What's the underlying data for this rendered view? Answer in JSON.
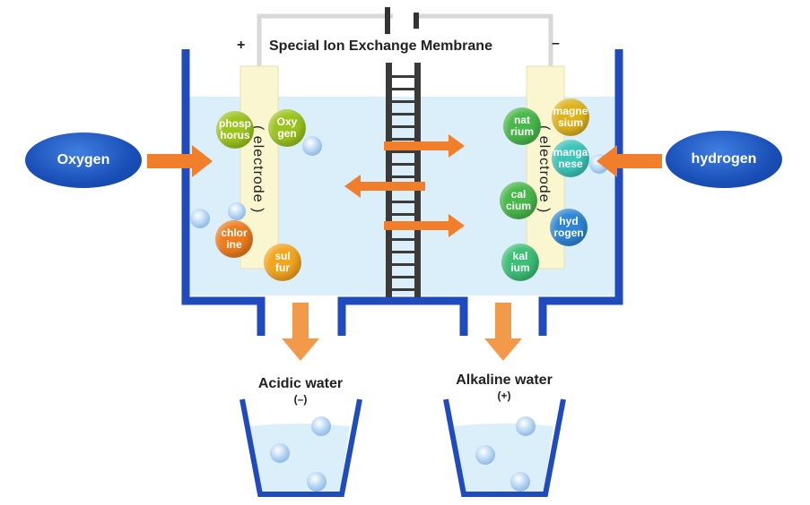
{
  "membrane_label": "Special Ion Exchange Membrane",
  "plus_sign": "+",
  "minus_sign": "–",
  "electrode_label": "( electrode )",
  "oxygen_input": "Oxygen",
  "hydrogen_input": "hydrogen",
  "left_ions": [
    {
      "key": "phosphorus",
      "text": "phosp\nhorus",
      "color": "#9bc41e"
    },
    {
      "key": "oxygen",
      "text": "Oxy\ngen",
      "color": "#9bc41e"
    },
    {
      "key": "chlorine",
      "text": "chlor\nine",
      "color": "#ef7b1d"
    },
    {
      "key": "sulfur",
      "text": "sul\nfur",
      "color": "#f3a51f"
    }
  ],
  "right_ions": [
    {
      "key": "natrium",
      "text": "nat\nrium",
      "color": "#49b84a"
    },
    {
      "key": "magnesium",
      "text": "magne\nsium",
      "color": "#e0b21c"
    },
    {
      "key": "manganese",
      "text": "manga\nnese",
      "color": "#3dc5b8"
    },
    {
      "key": "calcium",
      "text": "cal\ncium",
      "color": "#49b84a"
    },
    {
      "key": "hydrogen",
      "text": "hyd\nrogen",
      "color": "#2f86d6"
    },
    {
      "key": "kalium",
      "text": "kal\nium",
      "color": "#3dbf77"
    }
  ],
  "acidic": {
    "label": "Acidic water",
    "sign": "(–)"
  },
  "alkaline": {
    "label": "Alkaline water",
    "sign": "(+)"
  },
  "colors": {
    "tank": "#1f4bbd",
    "water": "#dbeffb",
    "arrow": "#f07e2a",
    "electrode": "#faf6cf",
    "membrane": "#3a3a3a",
    "wire": "#d8d8d8"
  }
}
